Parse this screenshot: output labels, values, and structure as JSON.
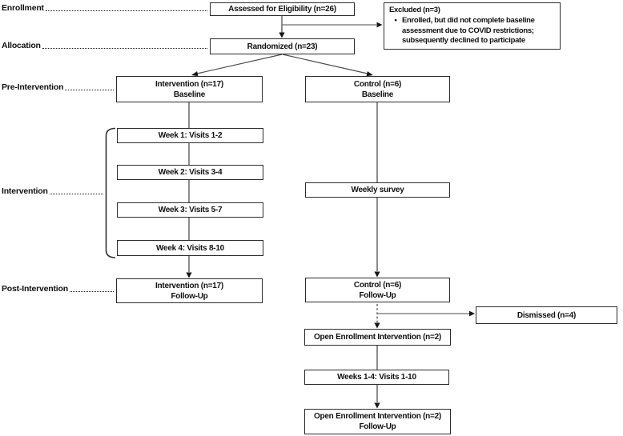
{
  "colors": {
    "background": "#ffffff",
    "box_border": "#2b2b2b",
    "text": "#101010",
    "connector": "#4d4d4d",
    "branch_connector": "#6e6e6e",
    "arrowhead": "#161616"
  },
  "stage_labels": {
    "enrollment": "Enrollment",
    "allocation": "Allocation",
    "pre_intervention": "Pre-Intervention",
    "intervention": "Intervention",
    "post_intervention": "Post-Intervention"
  },
  "nodes": {
    "assessed": {
      "line1": "Assessed for Eligibility (n=26)"
    },
    "excluded": {
      "title": "Excluded (n=3)",
      "bullet_marker": "•",
      "bullet_lines": [
        "Enrolled, but did not complete baseline",
        "assessment due to COVID restrictions;",
        "subsequently declined to participate"
      ]
    },
    "randomized": {
      "line1": "Randomized (n=23)"
    },
    "intervention_baseline": {
      "line1": "Intervention (n=17)",
      "line2": "Baseline"
    },
    "control_baseline": {
      "line1": "Control (n=6)",
      "line2": "Baseline"
    },
    "week1": {
      "line1": "Week 1: Visits 1-2"
    },
    "week2": {
      "line1": "Week 2: Visits 3-4"
    },
    "week3": {
      "line1": "Week 3: Visits 5-7"
    },
    "week4": {
      "line1": "Week 4: Visits 8-10"
    },
    "weekly_survey": {
      "line1": "Weekly survey"
    },
    "intervention_followup": {
      "line1": "Intervention (n=17)",
      "line2": "Follow-Up"
    },
    "control_followup": {
      "line1": "Control (n=6)",
      "line2": "Follow-Up"
    },
    "dismissed": {
      "line1": "Dismissed (n=4)"
    },
    "open_enrollment": {
      "line1": "Open Enrollment Intervention (n=2)"
    },
    "weeks_1_4": {
      "line1": "Weeks 1-4: Visits 1-10"
    },
    "open_enrollment_followup": {
      "line1": "Open Enrollment Intervention (n=2)",
      "line2": "Follow-Up"
    }
  }
}
